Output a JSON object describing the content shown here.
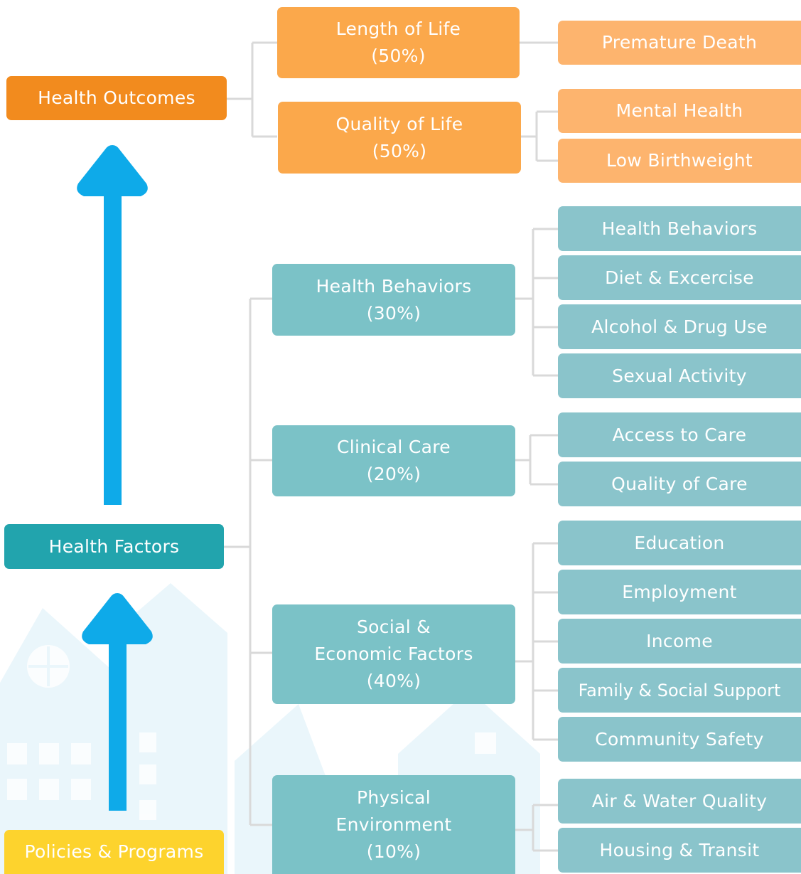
{
  "colors": {
    "outcomes_root": "#f28b1e",
    "outcomes_mid": "#fba84b",
    "outcomes_leaf": "#fdb46e",
    "factors_root": "#22a4ad",
    "factors_mid": "#7bc2c7",
    "factors_leaf": "#8ac4cb",
    "policies": "#fdd32d",
    "arrow": "#0eaae9",
    "connector": "#d9d9d9",
    "houses": "#eaf6fb"
  },
  "nodes": {
    "health_outcomes": "Health Outcomes",
    "health_factors": "Health Factors",
    "policies_programs": "Policies & Programs",
    "length_of_life": {
      "line1": "Length of Life",
      "line2": "(50%)"
    },
    "quality_of_life": {
      "line1": "Quality of Life",
      "line2": "(50%)"
    },
    "health_behaviors": {
      "line1": "Health Behaviors",
      "line2": "(30%)"
    },
    "clinical_care": {
      "line1": "Clinical Care",
      "line2": "(20%)"
    },
    "social_economic": {
      "line1": "Social &",
      "line2": "Economic Factors",
      "line3": "(40%)"
    },
    "physical_environment": {
      "line1": "Physical",
      "line2": "Environment",
      "line3": "(10%)"
    }
  },
  "leaves": {
    "premature_death": "Premature Death",
    "mental_health": "Mental Health",
    "low_birthweight": "Low Birthweight",
    "health_behaviors": "Health Behaviors",
    "diet_exercise": "Diet & Excercise",
    "alcohol_drug": "Alcohol & Drug Use",
    "sexual_activity": "Sexual Activity",
    "access_to_care": "Access to Care",
    "quality_of_care": "Quality of Care",
    "education": "Education",
    "employment": "Employment",
    "income": "Income",
    "family_social": "Family & Social Support",
    "community_safety": "Community Safety",
    "air_water": "Air & Water Quality",
    "housing_transit": "Housing & Transit"
  }
}
